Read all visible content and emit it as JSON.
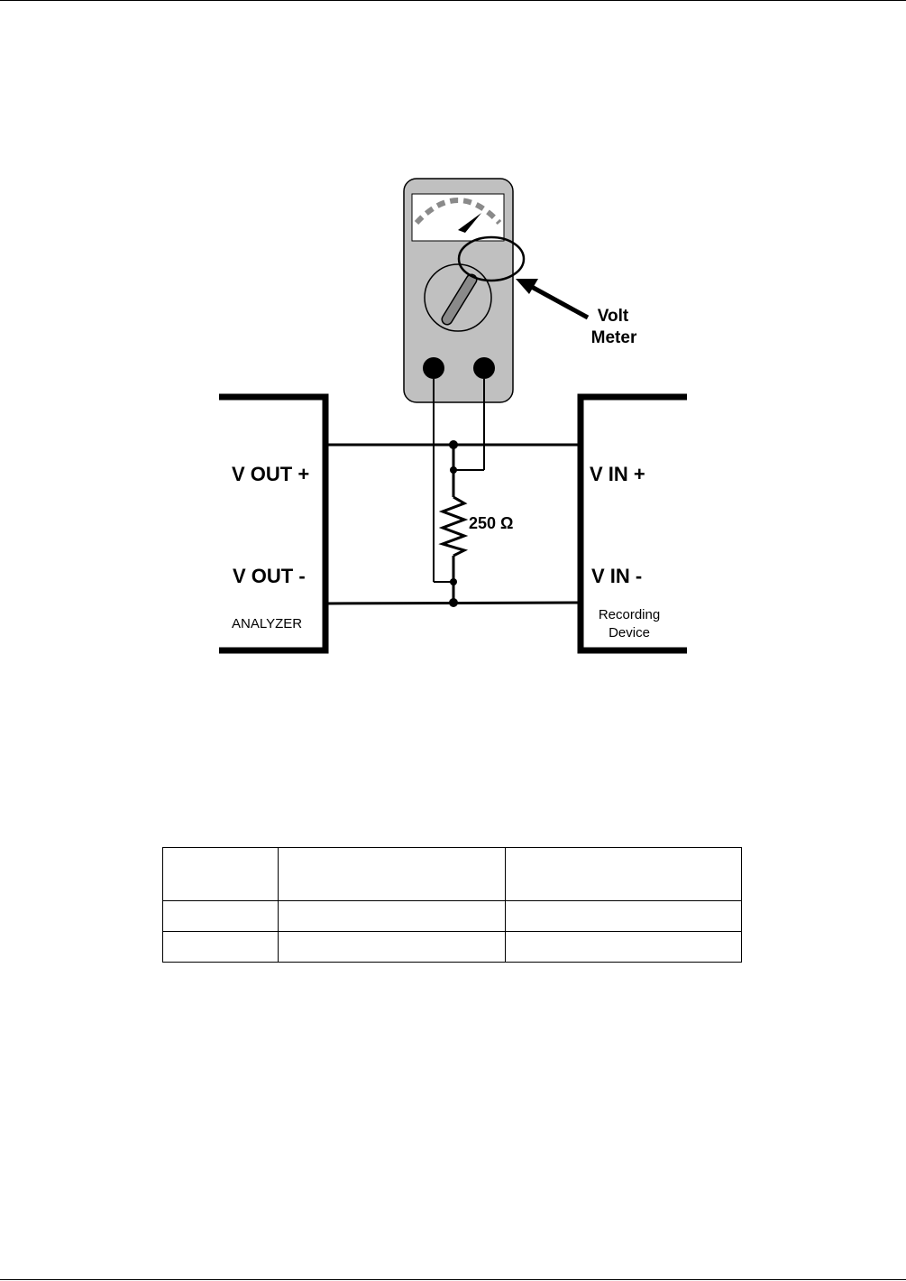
{
  "diagram": {
    "meter_label_line1": "Volt",
    "meter_label_line2": "Meter",
    "analyzer_pos": "V OUT +",
    "analyzer_neg": "V OUT -",
    "analyzer_name": "ANALYZER",
    "resistor_value": "250 Ω",
    "recorder_pos": "V IN +",
    "recorder_neg": "V IN -",
    "recorder_name_line1": "Recording",
    "recorder_name_line2": "Device",
    "colors": {
      "meter_body": "#c0c0c0",
      "meter_dial": "#8a8a8a",
      "line": "#000000"
    }
  },
  "table": {
    "header": [
      "",
      "",
      ""
    ],
    "rows": [
      [
        "",
        "",
        ""
      ],
      [
        "",
        "",
        ""
      ]
    ]
  }
}
